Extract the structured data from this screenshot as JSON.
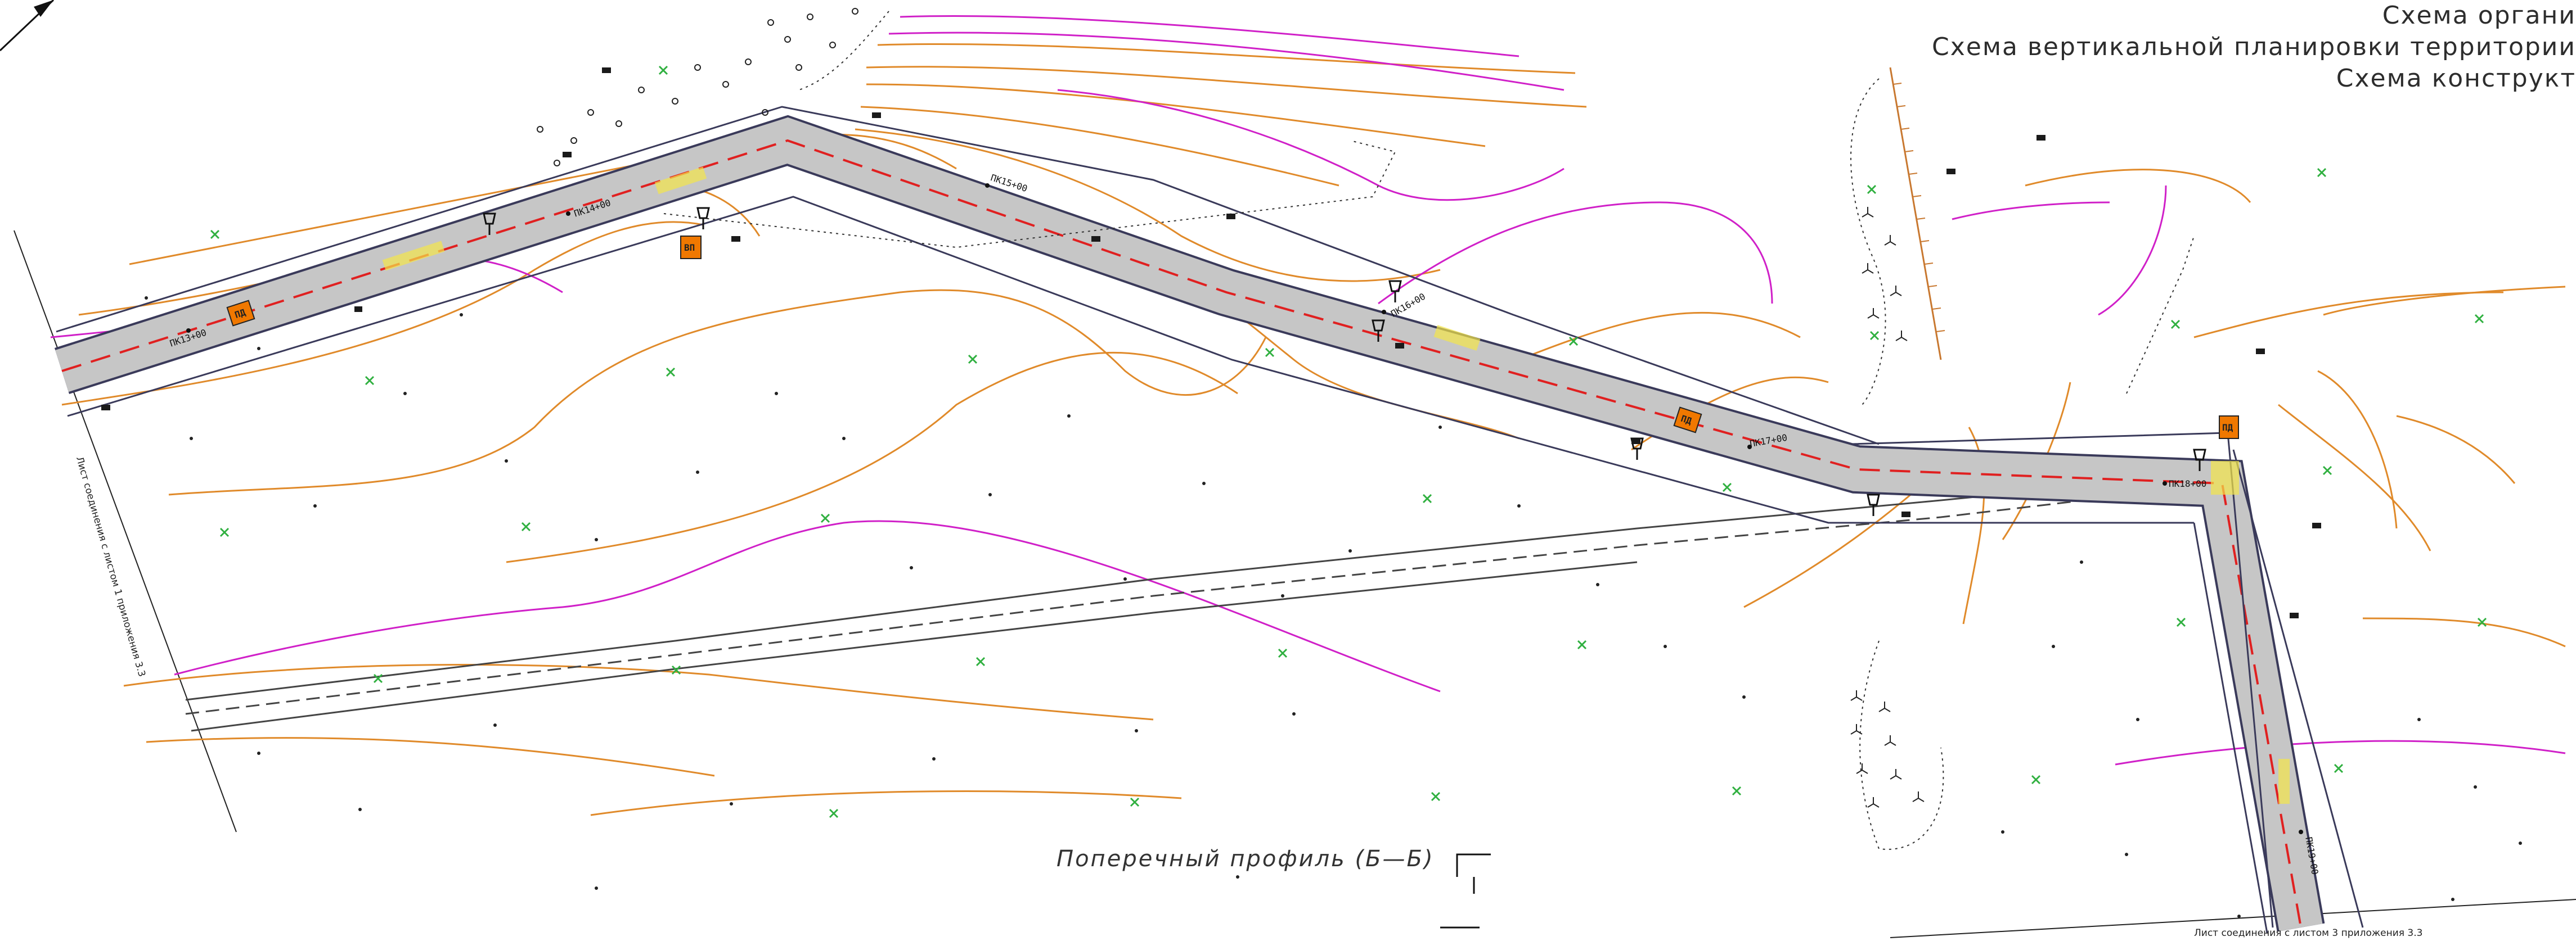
{
  "legend": {
    "line1": "Схема органи",
    "line2": "Схема вертикальной планировки территории",
    "line3": "Схема конструкт"
  },
  "caption": "Поперечный профиль (Б—Б)",
  "sheet_links": {
    "left": "Лист соединения с листом 1 приложения 3.3",
    "bottom": "Лист соединения с листом 3 приложения 3.3"
  },
  "pickets": {
    "pk13": "ПК13+00",
    "pk14": "ПК14+00",
    "pk15": "ПК15+00",
    "pk16": "ПК16+00",
    "pk17": "ПК17+00",
    "pk18": "ПК18+00",
    "pk19": "ПК19+00"
  },
  "markers": {
    "m1": "ПД",
    "m2": "ВП",
    "m3": "ПД",
    "m4": "ПД"
  },
  "colors": {
    "contour": "#e08a2a",
    "contour_index": "#d020c8",
    "road_fill": "#c6c6c6",
    "road_edge": "#3a3a5a",
    "axis": "#e02020",
    "marker": "#f07800",
    "point": "#30b040"
  }
}
